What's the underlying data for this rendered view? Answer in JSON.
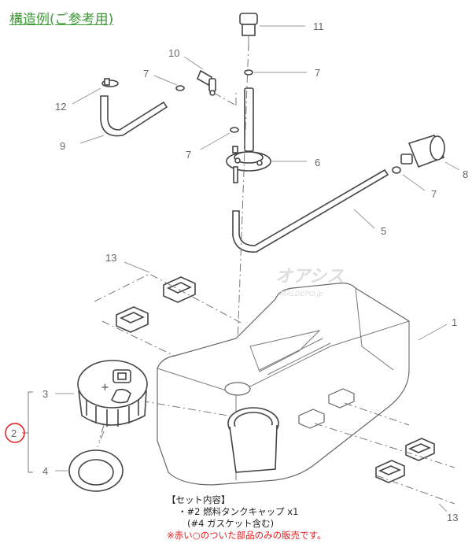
{
  "title": "構造例(ご参考用)",
  "part_numbers": {
    "n11": "11",
    "n10": "10",
    "n7a": "7",
    "n7b": "7",
    "n12": "12",
    "n9": "9",
    "n7c": "7",
    "n6": "6",
    "n8": "8",
    "n7d": "7",
    "n5": "5",
    "n13a": "13",
    "n1": "1",
    "n3": "3",
    "n2": "2",
    "n4": "4",
    "n13b": "13"
  },
  "watermark": {
    "logo": "オアシス",
    "site": "MALDEPO.jp"
  },
  "set_contents": {
    "heading": "【セット内容】",
    "line1": "・#2 燃料タンクキャップ  x1",
    "line2": "(#4 ガスケット含む)",
    "note": "※赤い○のついた部品のみの販売です。"
  },
  "colors": {
    "title": "#3c9a35",
    "highlight_circle": "#e8191b",
    "note": "#e8191b"
  }
}
